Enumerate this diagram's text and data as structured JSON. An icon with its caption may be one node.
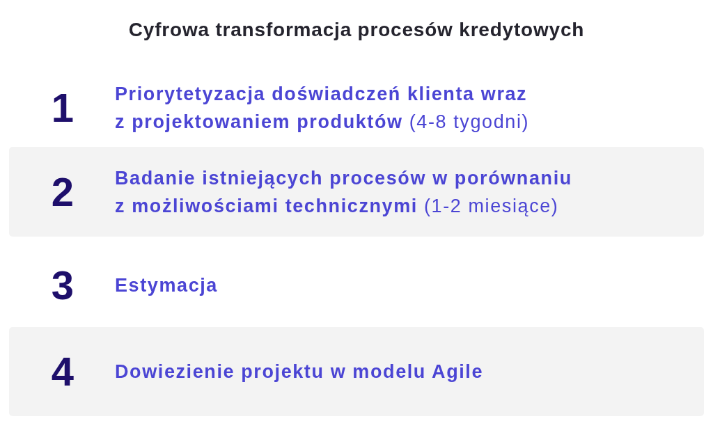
{
  "diagram": {
    "title": "Cyfrowa transformacja procesów kredytowych",
    "nodes": [
      {
        "text": [
          "1",
          "**Priorytetyzacja doświadczeń klienta wraz z projektowaniem produktów** (4-8 tygodni)"
        ]
      },
      {
        "text": [
          "2",
          "**Badanie istniejących procesów w porównaniu z możliwościami technicznymi** (1-2 miesiące)"
        ]
      },
      {
        "text": [
          "3",
          "Estymacja"
        ]
      },
      {
        "text": [
          "4",
          "Dowiezienie projektu w modelu Agile"
        ]
      }
    ]
  }
}
